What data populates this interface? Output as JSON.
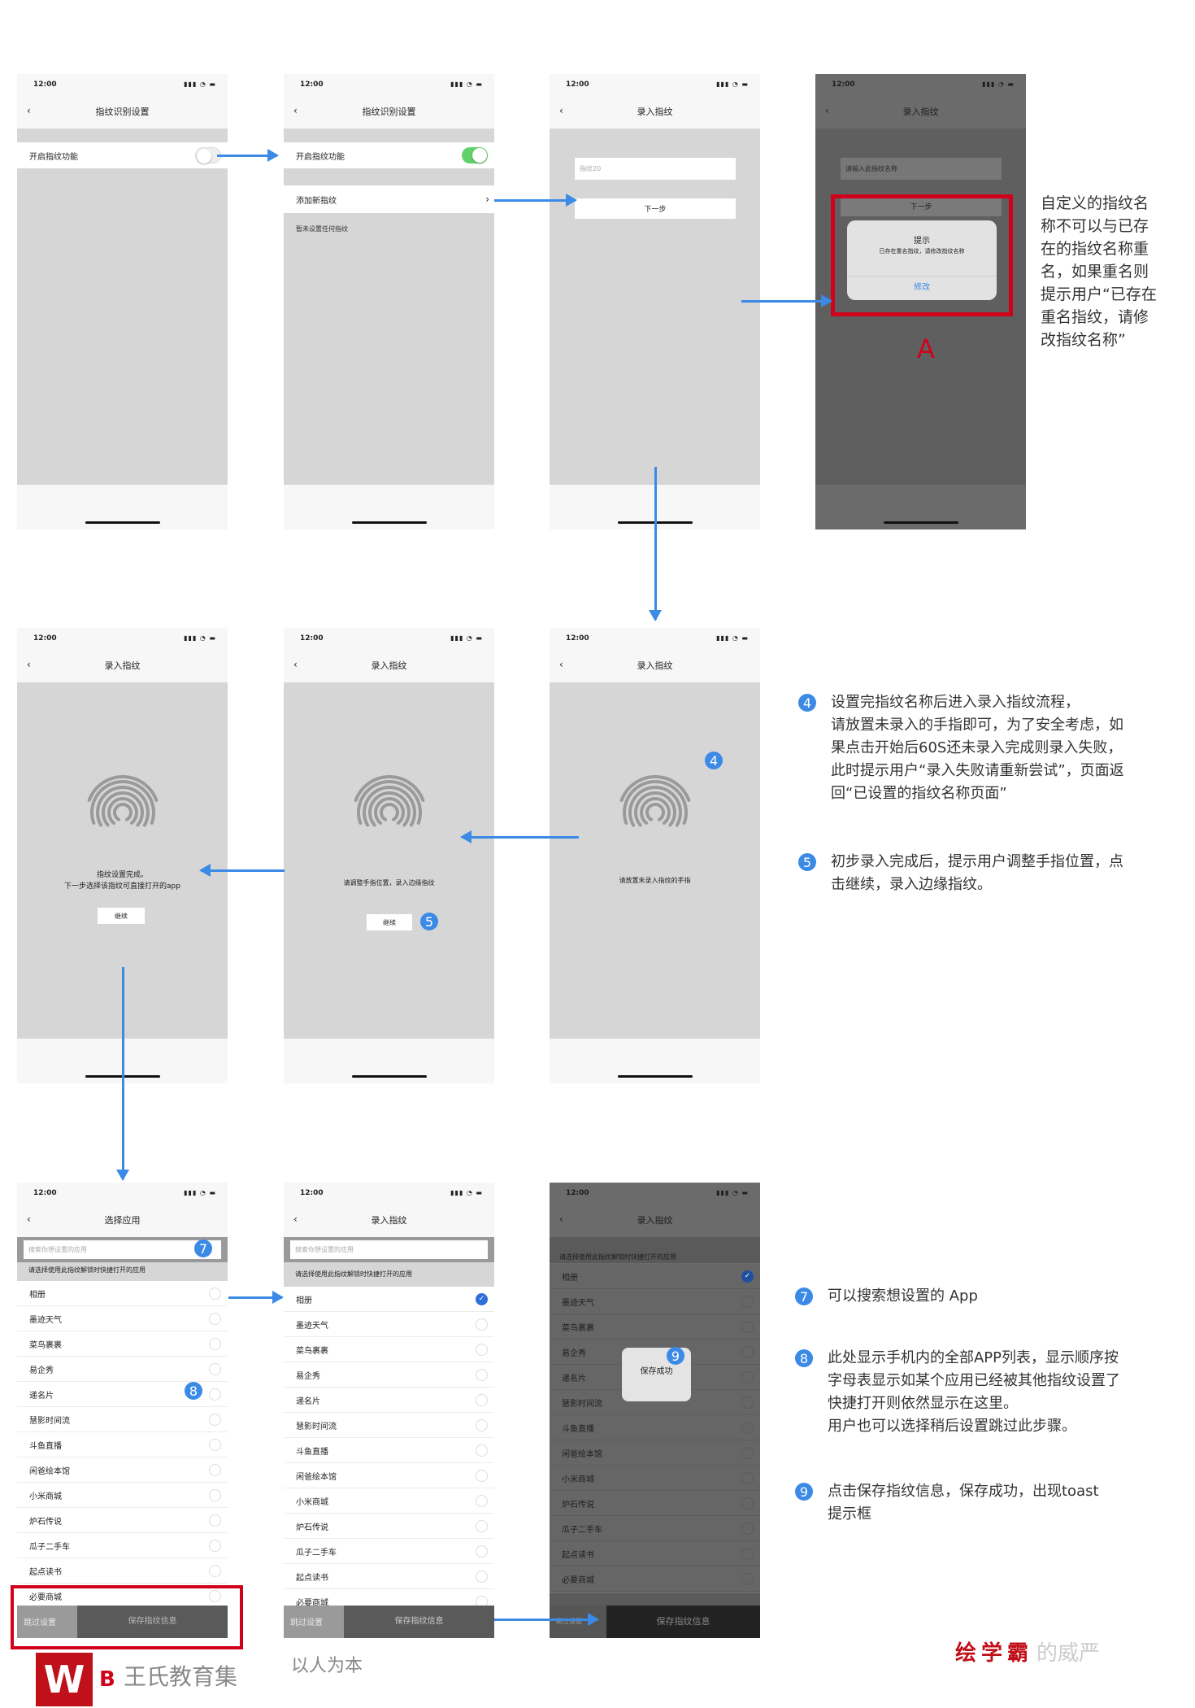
{
  "status": {
    "time": "12:00",
    "icons": "▮▮▮ ◔ ▬"
  },
  "back_icon": "‹",
  "row1": {
    "p1": {
      "title": "指纹识别设置",
      "toggle_label": "开启指纹功能",
      "toggle_on": false
    },
    "p2": {
      "title": "指纹识别设置",
      "toggle_label": "开启指纹功能",
      "toggle_on": true,
      "add_label": "添加新指纹",
      "empty_text": "暂未设置任何指纹"
    },
    "p3": {
      "title": "录入指纹",
      "input_value": "指纹20",
      "next_label": "下一步"
    },
    "p4": {
      "title": "录入指纹",
      "input_placeholder": "请输入此指纹名称",
      "next_label": "下一步",
      "dialog": {
        "title": "提示",
        "message": "已存在重名指纹，请修改指纹名称",
        "action": "修改"
      },
      "marker": "A"
    },
    "note": "自定义的指纹名\n称不可以与已存\n在的指纹名称重\n名，如果重名则\n提示用户“已存在\n重名指纹，请修\n改指纹名称”"
  },
  "row2": {
    "p1": {
      "title": "录入指纹",
      "line1": "指纹设置完成。",
      "line2": "下一步选择该指纹可直接打开的app",
      "button": "继续"
    },
    "p2": {
      "title": "录入指纹",
      "text": "请调整手指位置，录入边缘指纹",
      "button": "继续"
    },
    "p3": {
      "title": "录入指纹",
      "text": "请放置未录入指纹的手指"
    },
    "notes": [
      {
        "num": "4",
        "text": "设置完指纹名称后进入录入指纹流程，\n请放置未录入的手指即可，为了安全考虑，如\n果点击开始后60S还未录入完成则录入失败，\n此时提示用户“录入失败请重新尝试”，页面返\n回“已设置的指纹名称页面”"
      },
      {
        "num": "5",
        "text": "初步录入完成后，提示用户调整手指位置，点\n击继续，录入边缘指纹。"
      }
    ]
  },
  "row3": {
    "p1": {
      "title": "选择应用",
      "search_placeholder": "搜索你想设置的应用"
    },
    "p2": {
      "title": "录入指纹",
      "search_placeholder": "搜索你想设置的应用"
    },
    "p3": {
      "title": "录入指纹",
      "toast": "保存成功"
    },
    "hint": "请选择使用此指纹解锁时快捷打开的应用",
    "skip": "跳过设置",
    "save": "保存指纹信息",
    "apps": [
      "相册",
      "墨迹天气",
      "菜鸟裹裹",
      "易企秀",
      "递名片",
      "慧影时间流",
      "斗鱼直播",
      "闲爸绘本馆",
      "小米商城",
      "炉石传说",
      "瓜子二手车",
      "起点读书",
      "必要商城"
    ],
    "selected": "相册",
    "marker": "B",
    "overlay_text_1": "王氏教育集",
    "overlay_text_2": "以人为本",
    "notes": [
      {
        "num": "7",
        "text": "可以搜索想设置的 App"
      },
      {
        "num": "8",
        "text": "此处显示手机内的全部APP列表，显示顺序按\n字母表显示如某个应用已经被其他指纹设置了\n快捷打开则依然显示在这里。\n用户也可以选择稍后设置跳过此步骤。"
      },
      {
        "num": "9",
        "text": "点击保存指纹信息，保存成功，出现toast\n提示框"
      }
    ]
  },
  "badges": {
    "b4": "4",
    "b5": "5",
    "b7": "7",
    "b8": "8",
    "b9": "9"
  },
  "watermark": {
    "brand": "绘学霸",
    "suffix": "的威严"
  },
  "colors": {
    "accent": "#3b8ae6",
    "toggle_on": "#5fd26a",
    "alert_red": "#d0021b"
  }
}
